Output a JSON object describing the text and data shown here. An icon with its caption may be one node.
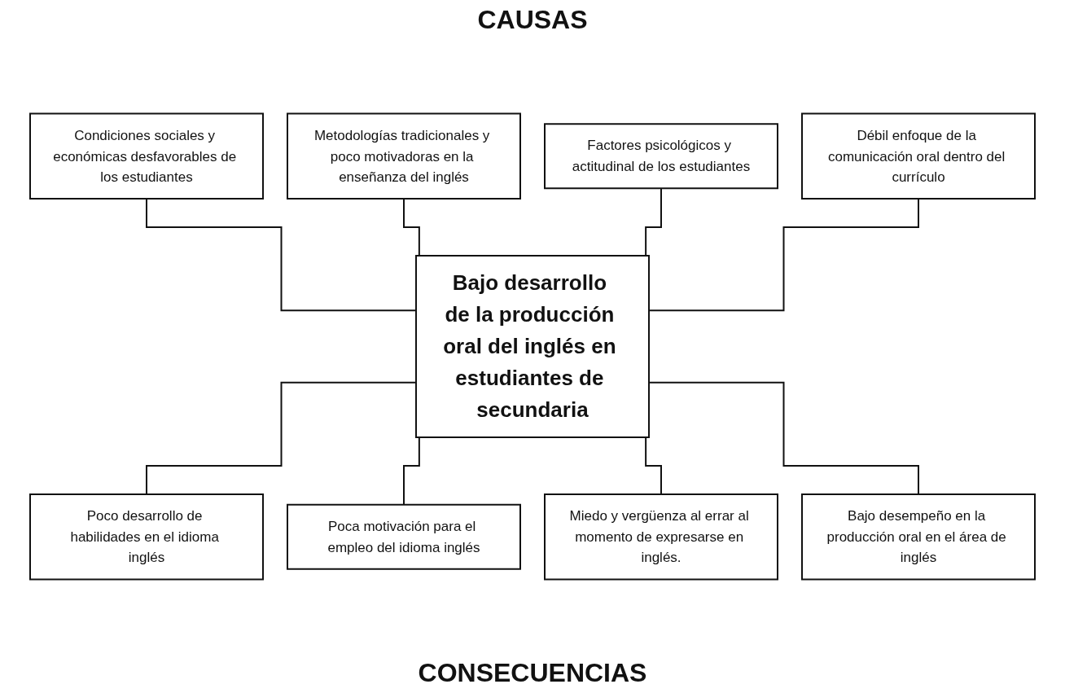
{
  "diagram": {
    "nodes": [
      {
        "text": [
          "Condiciones sociales y económicas desfavorables de los estudiantes"
        ]
      },
      {
        "text": [
          "Metodologías tradicionales y poco motivadoras en la enseñanza del inglés"
        ]
      },
      {
        "text": [
          "Factores psicológicos y actitudinal de los estudiantes"
        ]
      },
      {
        "text": [
          "Débil enfoque de la comunicación oral dentro del currículo"
        ]
      },
      {
        "text": [
          "Bajo desarrollo de la producción oral del inglés en estudiantes de secundaria"
        ]
      },
      {
        "text": [
          "Poco desarrollo de habilidades en el idioma inglés"
        ]
      },
      {
        "text": [
          "Poca motivación para el empleo del idioma inglés"
        ]
      },
      {
        "text": [
          "Miedo y vergüenza al errar al momento de expresarse en inglés."
        ]
      },
      {
        "text": [
          "Bajo desempeño en la producción oral en el área de inglés"
        ]
      }
    ],
    "edges": [
      {
        "from": 0,
        "to": 4,
        "arrow": "none"
      },
      {
        "from": 1,
        "to": 4,
        "arrow": "none"
      },
      {
        "from": 2,
        "to": 4,
        "arrow": "none"
      },
      {
        "from": 3,
        "to": 4,
        "arrow": "none"
      },
      {
        "from": 4,
        "to": 5,
        "arrow": "none"
      },
      {
        "from": 4,
        "to": 6,
        "arrow": "none"
      },
      {
        "from": 4,
        "to": 7,
        "arrow": "none"
      },
      {
        "from": 4,
        "to": 8,
        "arrow": "none"
      }
    ],
    "labels": [
      "CAUSAS",
      "CONSECUENCIAS"
    ]
  }
}
